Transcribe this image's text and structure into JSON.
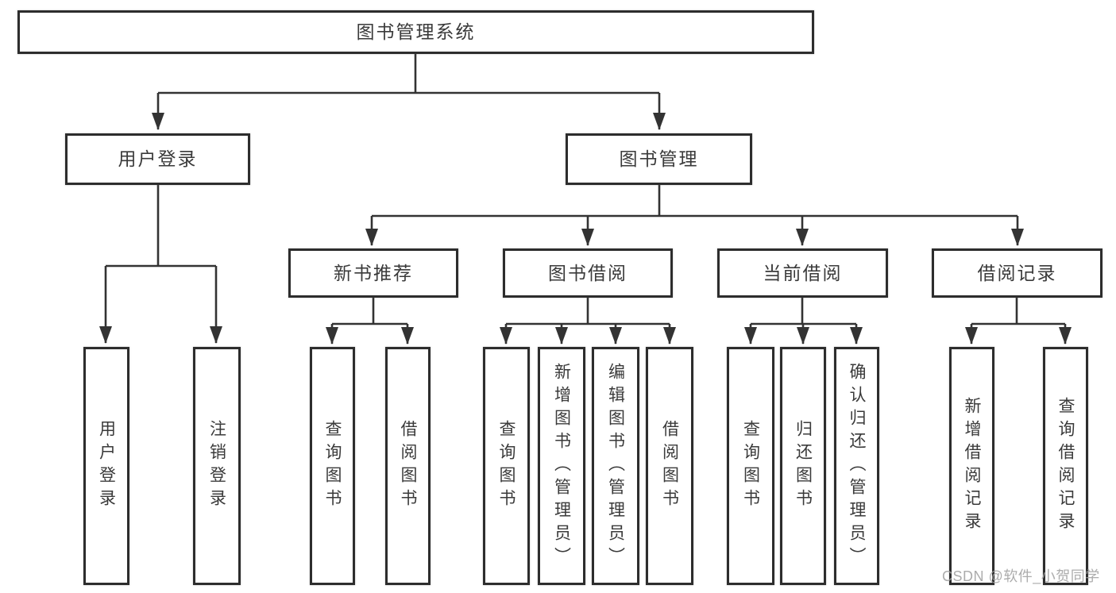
{
  "tree": {
    "root": {
      "label": "图书管理系统"
    },
    "branches": [
      {
        "label": "用户登录",
        "children": [
          {
            "label": "用户登录"
          },
          {
            "label": "注销登录"
          }
        ]
      },
      {
        "label": "图书管理",
        "sections": [
          {
            "label": "新书推荐",
            "children": [
              {
                "label": "查询图书"
              },
              {
                "label": "借阅图书"
              }
            ]
          },
          {
            "label": "图书借阅",
            "children": [
              {
                "label": "查询图书"
              },
              {
                "label": "新增图书（管理员）"
              },
              {
                "label": "编辑图书（管理员）"
              },
              {
                "label": "借阅图书"
              }
            ]
          },
          {
            "label": "当前借阅",
            "children": [
              {
                "label": "查询图书"
              },
              {
                "label": "归还图书"
              },
              {
                "label": "确认归还（管理员）"
              }
            ]
          },
          {
            "label": "借阅记录",
            "children": [
              {
                "label": "新增借阅记录"
              },
              {
                "label": "查询借阅记录"
              }
            ]
          }
        ]
      }
    ]
  },
  "watermark": "CSDN @软件_小贺同学",
  "colors": {
    "line": "#333333",
    "border": "#2d2d2d",
    "text": "#3a3a3a",
    "watermark": "#a0a0a0"
  }
}
